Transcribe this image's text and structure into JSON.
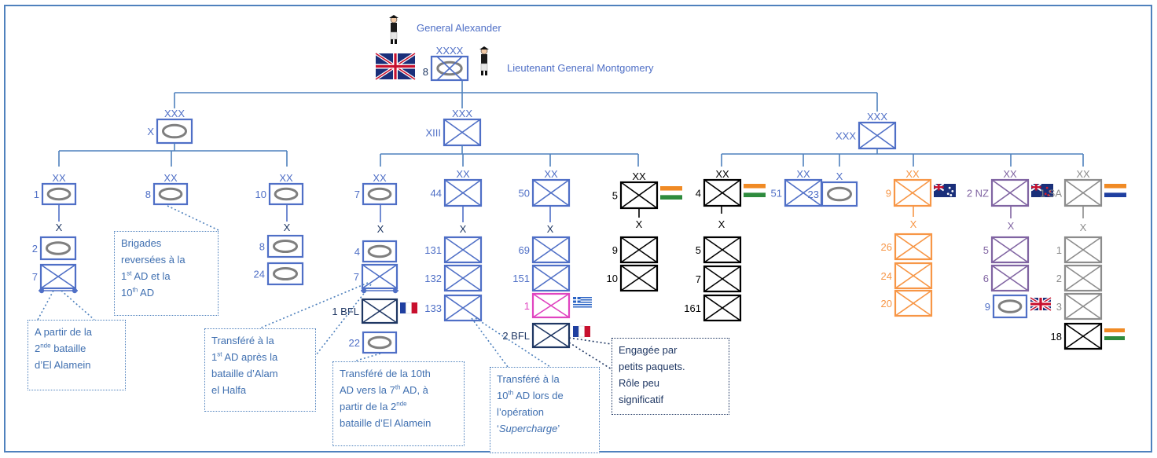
{
  "commanders": {
    "general": "General Alexander",
    "army_commander": "Lieutenant General Montgomery"
  },
  "army": {
    "number": "8",
    "echelon": "XXXX"
  },
  "corps": [
    {
      "id": "x-corps",
      "label": "X",
      "echelon": "XXX",
      "type": "armour"
    },
    {
      "id": "xiii-corps",
      "label": "XIII",
      "echelon": "XXX",
      "type": "infantry"
    },
    {
      "id": "xxx-corps",
      "label": "XXX",
      "echelon": "XXX",
      "type": "infantry"
    }
  ],
  "divisions": [
    {
      "label": "1",
      "echelon": "XX",
      "type": "armour",
      "color": "#4f6fc6"
    },
    {
      "label": "8",
      "echelon": "XX",
      "type": "armour",
      "color": "#4f6fc6"
    },
    {
      "label": "10",
      "echelon": "XX",
      "type": "armour",
      "color": "#4f6fc6"
    },
    {
      "label": "7",
      "echelon": "XX",
      "type": "armour",
      "color": "#4f6fc6"
    },
    {
      "label": "44",
      "echelon": "XX",
      "type": "infantry",
      "color": "#4f6fc6"
    },
    {
      "label": "50",
      "echelon": "XX",
      "type": "infantry",
      "color": "#4f6fc6"
    },
    {
      "label": "5",
      "echelon": "XX",
      "type": "infantry",
      "color": "#000000",
      "flag": "india"
    },
    {
      "label": "4",
      "echelon": "XX",
      "type": "infantry",
      "color": "#000000",
      "flag": "india"
    },
    {
      "label": "51",
      "echelon": "XX",
      "type": "infantry",
      "color": "#4f6fc6"
    },
    {
      "label": "23",
      "echelon": "X",
      "type": "armour",
      "color": "#4f6fc6"
    },
    {
      "label": "9",
      "echelon": "XX",
      "type": "infantry",
      "color": "#f79646",
      "flag": "australia"
    },
    {
      "label": "2 NZ",
      "echelon": "XX",
      "type": "infantry",
      "color": "#8064a2",
      "flag": "new-zealand"
    },
    {
      "label": "1 SA",
      "echelon": "XX",
      "type": "infantry",
      "color": "#8c8c8c",
      "flag": "south-africa"
    }
  ],
  "brigades": {
    "echelon": "X",
    "div1": [
      "2",
      "7"
    ],
    "div10": [
      "8",
      "24"
    ],
    "div7": [
      "4",
      "7",
      "1 BFL",
      "22"
    ],
    "div44": [
      "131",
      "132",
      "133"
    ],
    "div50": [
      "69",
      "151",
      "1",
      "2 BFL"
    ],
    "div5": [
      "9",
      "10"
    ],
    "div4": [
      "5",
      "7",
      "161"
    ],
    "div9": [
      "26",
      "24",
      "20"
    ],
    "div2nz": [
      "5",
      "6",
      "9"
    ],
    "div1sa": [
      "1",
      "2",
      "3",
      "18"
    ]
  },
  "notes": {
    "n1": {
      "l1": "A partir de la",
      "l2a": "2",
      "l2sup": "nde",
      "l2b": " bataille",
      "l3": "d’El Alamein"
    },
    "n2": {
      "l1": "Brigades",
      "l2": "reversées à la",
      "l3a": "1",
      "l3sup": "st",
      "l3b": " AD et la",
      "l4a": "10",
      "l4sup": "th",
      "l4b": " AD"
    },
    "n3": {
      "l1": "Transféré à la",
      "l2a": "1",
      "l2sup": "st",
      "l2b": " AD après la",
      "l3": "bataille d’Alam",
      "l4": "el Halfa"
    },
    "n4": {
      "l1": "Transféré de la 10th",
      "l2a": "AD vers la 7",
      "l2sup": "th",
      "l2b": " AD, à",
      "l3a": "partir de la 2",
      "l3sup": "nde",
      "l4": "bataille d’El Alamein"
    },
    "n5": {
      "l1": "Transféré à la",
      "l2a": "10",
      "l2sup": "th",
      "l2b": " AD lors de",
      "l3": "l’opération",
      "l4a": "‘",
      "l4i": "Supercharge",
      "l4b": "’"
    },
    "n6": {
      "l1": "Engagée par",
      "l2": "petits paquets.",
      "l3": "Rôle peu",
      "l4": "significatif"
    }
  }
}
